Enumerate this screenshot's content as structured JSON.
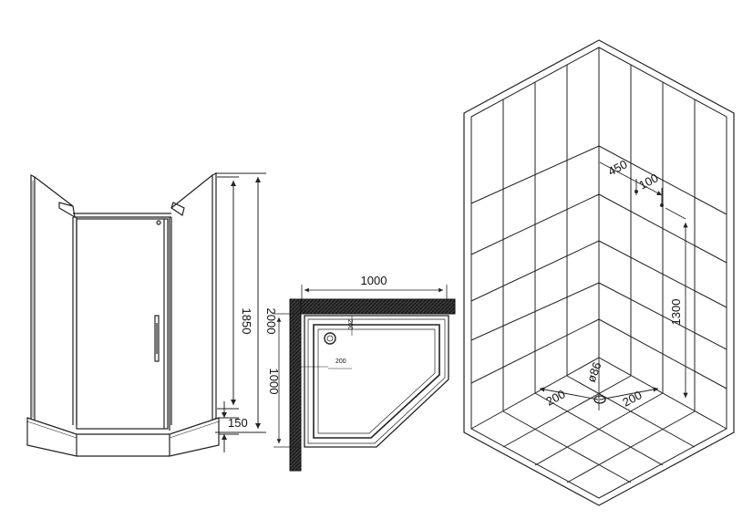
{
  "front_view": {
    "height_total": "2000",
    "height_enclosure": "1850",
    "height_base": "150"
  },
  "plan_view": {
    "width": "1000",
    "depth": "1000",
    "drain_offset_x": "200",
    "drain_offset_y": "200"
  },
  "wall_view": {
    "offset_a": "450",
    "offset_b": "100",
    "height": "1300",
    "floor_left": "200",
    "floor_right": "200",
    "drain_diameter": "ø86"
  },
  "colors": {
    "line": "#222222",
    "wall_fill": "#3a3a3a"
  }
}
